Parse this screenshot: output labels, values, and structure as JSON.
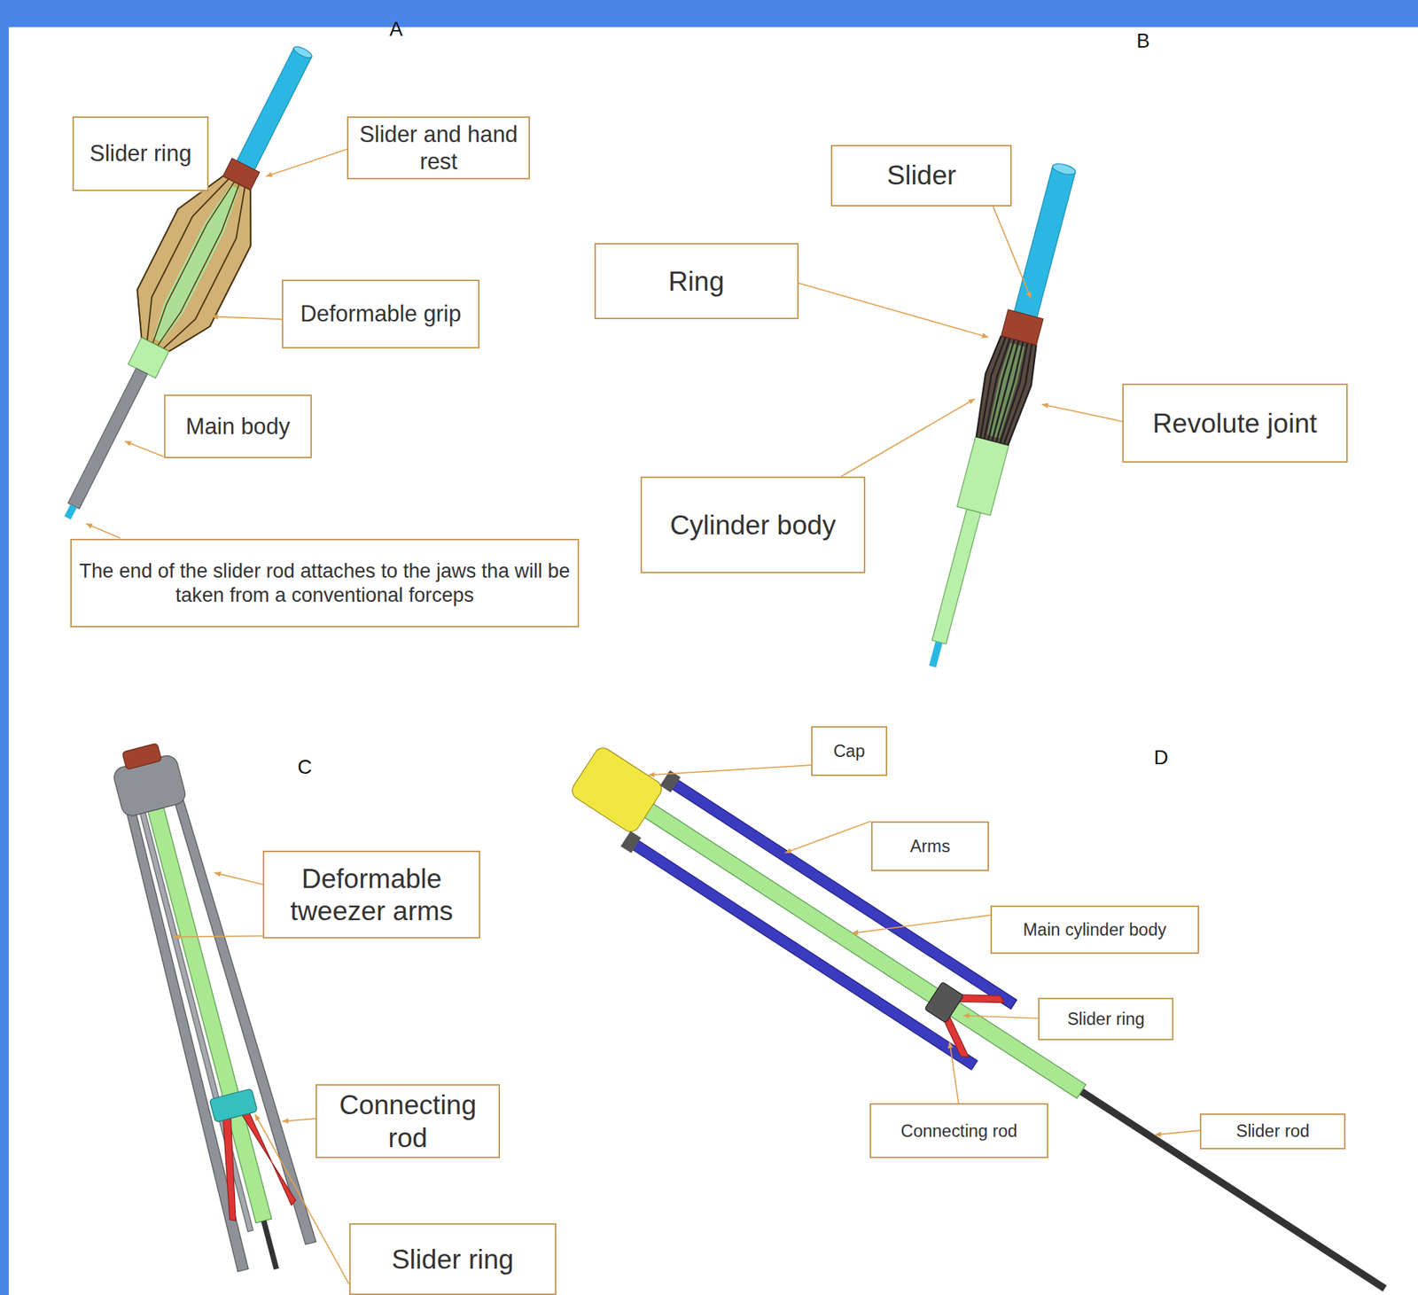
{
  "diagram": {
    "nodes": [
      {
        "text": [
          "Slider ring"
        ]
      },
      {
        "text": [
          "Slider and hand rest"
        ]
      },
      {
        "text": [
          "Deformable grip"
        ]
      },
      {
        "text": [
          "Main body"
        ]
      },
      {
        "text": [
          "The end of the slider rod attaches to the jaws tha will be taken from a conventional forceps"
        ]
      },
      {
        "text": [
          "Slider"
        ]
      },
      {
        "text": [
          "Ring"
        ]
      },
      {
        "text": [
          "Revolute joint"
        ]
      },
      {
        "text": [
          "Cylinder body"
        ]
      },
      {
        "text": [
          "Deformable tweezer arms"
        ]
      },
      {
        "text": [
          "Connecting rod"
        ]
      },
      {
        "text": [
          "Slider ring"
        ]
      },
      {
        "text": [
          "Cap"
        ]
      },
      {
        "text": [
          "Arms"
        ]
      },
      {
        "text": [
          "Main cylinder body"
        ]
      },
      {
        "text": [
          "Slider ring"
        ]
      },
      {
        "text": [
          "Connecting rod"
        ]
      },
      {
        "text": [
          "Slider rod"
        ]
      }
    ],
    "labels": [
      "A",
      "B",
      "C",
      "D"
    ]
  }
}
